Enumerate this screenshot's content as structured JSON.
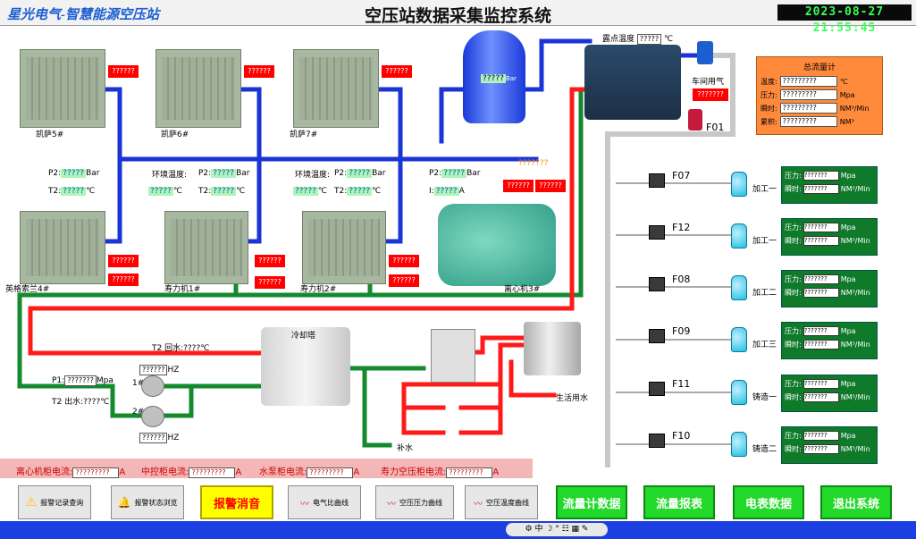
{
  "header": {
    "brand": "星光电气-智慧能源空压站",
    "title": "空压站数据采集监控系统",
    "clock": "2023-08-27 21:55:45"
  },
  "top": {
    "dew_label": "露点温度",
    "dew_value": "?????",
    "dew_unit": "℃",
    "workshop_label": "车间用气",
    "workshop_value": "???????"
  },
  "compressors": [
    {
      "name": "凯萨5#",
      "alarm": "??????"
    },
    {
      "name": "凯萨6#",
      "alarm": "??????"
    },
    {
      "name": "凯萨7#",
      "alarm": "??????"
    },
    {
      "name": "英格索兰4#",
      "alarm1": "??????",
      "alarm2": "??????"
    },
    {
      "name": "寿力机1#",
      "alarm1": "??????",
      "alarm2": "??????"
    },
    {
      "name": "寿力机2#",
      "alarm1": "??????",
      "alarm2": "??????"
    },
    {
      "name": "离心机3#",
      "alarm1": "??????",
      "alarm2": "??????"
    }
  ],
  "tank_value": "?????",
  "tank_unit": "Bar",
  "readings": {
    "g1": {
      "p2_label": "P2:",
      "p2": "?????",
      "p2_unit": "Bar",
      "t2_label": "T2:",
      "t2": "?????",
      "t2_unit": "℃"
    },
    "env1": {
      "label": "环境温度:",
      "value": "?????",
      "unit": "℃"
    },
    "g2": {
      "p2_label": "P2:",
      "p2": "?????",
      "p2_unit": "Bar",
      "t2_label": "T2:",
      "t2": "?????",
      "t2_unit": "℃"
    },
    "env2": {
      "label": "环境温度:",
      "value": "?????",
      "unit": "℃"
    },
    "g3": {
      "p2_label": "P2:",
      "p2": "?????",
      "p2_unit": "Bar",
      "t2_label": "T2:",
      "t2": "?????",
      "t2_unit": "℃"
    },
    "g4": {
      "p2_label": "P2:",
      "p2": "?????",
      "p2_unit": "Bar",
      "i_label": "I:",
      "i": "?????",
      "i_unit": "A"
    },
    "centrifugal_note": "???????"
  },
  "total_flow": {
    "title": "总流量计",
    "rows": [
      {
        "label": "温度:",
        "value": "?????????",
        "unit": "℃"
      },
      {
        "label": "压力:",
        "value": "?????????",
        "unit": "Mpa"
      },
      {
        "label": "瞬时:",
        "value": "?????????",
        "unit": "NM³/Min"
      },
      {
        "label": "累积:",
        "value": "?????????",
        "unit": "NM³"
      }
    ]
  },
  "f01": "F01",
  "branches": [
    {
      "id": "F07",
      "dest": "加工一",
      "pressure": "???????",
      "flow": "???????"
    },
    {
      "id": "F12",
      "dest": "加工一",
      "pressure": "???????",
      "flow": "???????"
    },
    {
      "id": "F08",
      "dest": "加工二",
      "pressure": "???????",
      "flow": "???????"
    },
    {
      "id": "F09",
      "dest": "加工三",
      "pressure": "???????",
      "flow": "???????"
    },
    {
      "id": "F11",
      "dest": "铸造一",
      "pressure": "???????",
      "flow": "???????"
    },
    {
      "id": "F10",
      "dest": "铸造二",
      "pressure": "???????",
      "flow": "???????"
    }
  ],
  "branch_labels": {
    "pressure": "压力:",
    "flow": "瞬时:",
    "p_unit": "Mpa",
    "f_unit": "NM³/Min"
  },
  "cooling": {
    "tower": "冷却塔",
    "t2_return": "T2 回水:",
    "t2_return_val": "????",
    "t2_unit": "℃",
    "p1_label": "P1:",
    "p1_val": "???????",
    "p1_unit": "Mpa",
    "t2_out": "T2 出水:",
    "t2_out_val": "????",
    "pump1": "1#",
    "pump2": "2#",
    "hz1": "??????",
    "hz2": "??????",
    "hz_unit": "HZ",
    "makeup": "补水",
    "domestic": "生活用水"
  },
  "currents": [
    {
      "label": "离心机柜电流:",
      "value": "?????????",
      "unit": "A"
    },
    {
      "label": "中控柜电流:",
      "value": "?????????",
      "unit": "A"
    },
    {
      "label": "水泵柜电流:",
      "value": "?????????",
      "unit": "A"
    },
    {
      "label": "寿力空压柜电流:",
      "value": "?????????",
      "unit": "A"
    }
  ],
  "buttons": {
    "alarm_record": "报警记录查询",
    "alarm_status": "报警状态浏览",
    "alarm_silence": "报警消音",
    "elec_curve": "电气比曲线",
    "pressure_curve": "空压压力曲线",
    "temp_curve": "空压温度曲线",
    "flow_data": "流量计数据",
    "flow_report": "流量报表",
    "meter_data": "电表数据",
    "exit": "退出系统"
  },
  "colors": {
    "air_pipe": "#1a34d6",
    "hot_water": "#ff1a1a",
    "cold_water": "#138a2e",
    "supply_pipe": "#c8c8c8"
  }
}
